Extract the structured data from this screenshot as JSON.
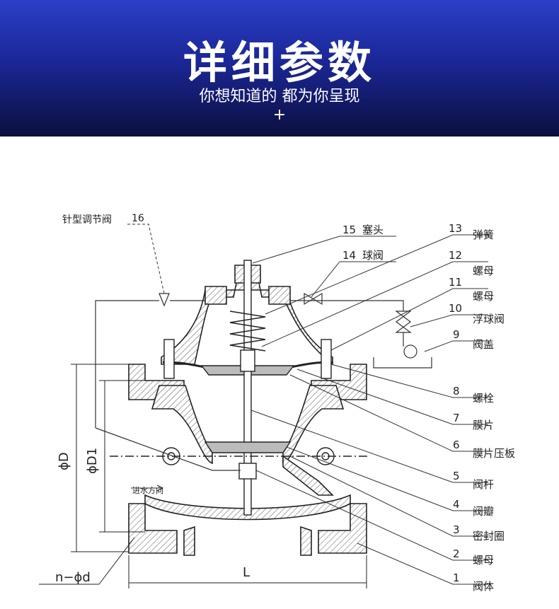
{
  "header": {
    "title": "详细参数",
    "subtitle": "你想知道的 都为你呈现",
    "plus": "+"
  },
  "diagram": {
    "dimension_labels": {
      "D": "ϕD",
      "D1": "ϕD1",
      "L": "L",
      "nd": "n−ϕd"
    },
    "flow_label": "进水方向",
    "needle_valve": {
      "label": "针型调节阀",
      "number": "16"
    },
    "parts": [
      {
        "number": "15",
        "label": "塞头"
      },
      {
        "number": "14",
        "label": "球阀"
      },
      {
        "number": "13",
        "label": "弹簧"
      },
      {
        "number": "12",
        "label": "螺母"
      },
      {
        "number": "11",
        "label": "螺母"
      },
      {
        "number": "10",
        "label": "浮球阀"
      },
      {
        "number": "9",
        "label": "阀盖"
      },
      {
        "number": "8",
        "label": "螺栓"
      },
      {
        "number": "7",
        "label": "膜片"
      },
      {
        "number": "6",
        "label": "膜片压板"
      },
      {
        "number": "5",
        "label": "阀杆"
      },
      {
        "number": "4",
        "label": "阀瓣"
      },
      {
        "number": "3",
        "label": "密封圈"
      },
      {
        "number": "2",
        "label": "螺母"
      },
      {
        "number": "1",
        "label": "阀体"
      }
    ]
  }
}
